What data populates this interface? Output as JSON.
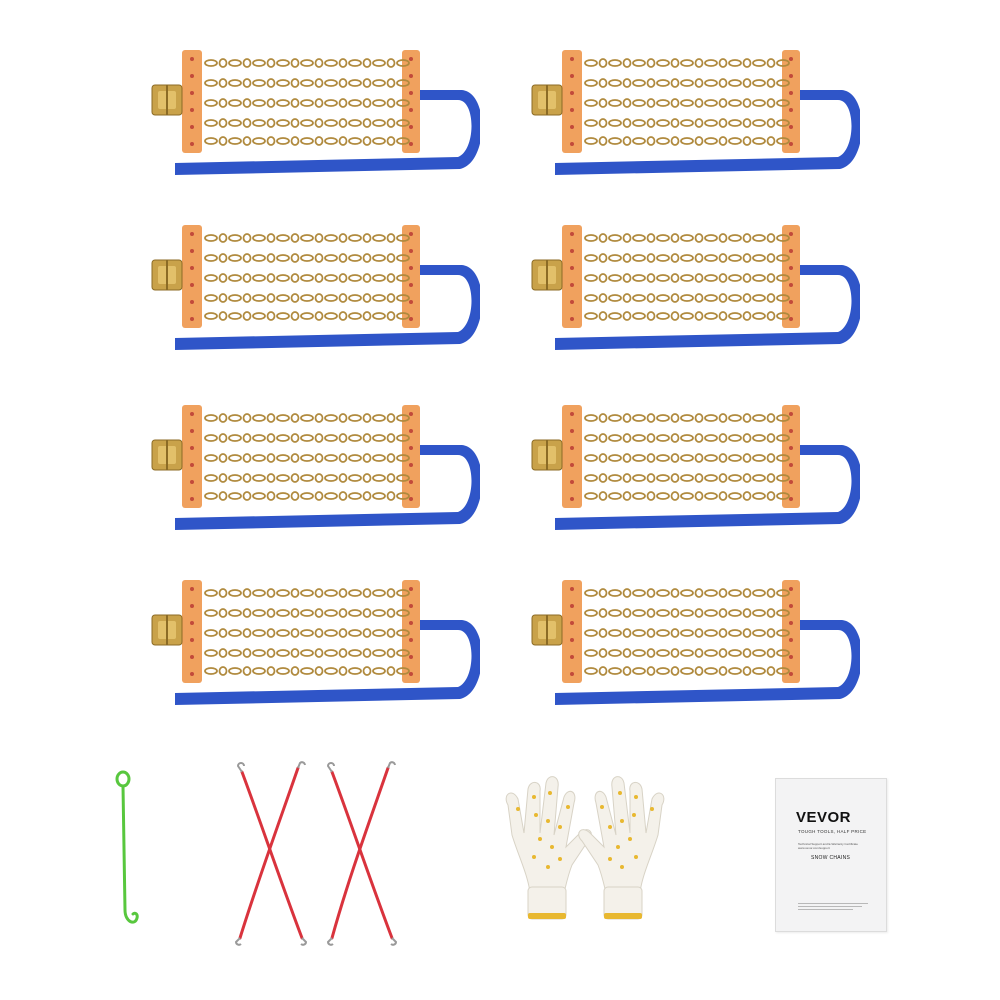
{
  "product_items": {
    "chain_sets": [
      {
        "id": "chain-set-1"
      },
      {
        "id": "chain-set-2"
      },
      {
        "id": "chain-set-3"
      },
      {
        "id": "chain-set-4"
      },
      {
        "id": "chain-set-5"
      },
      {
        "id": "chain-set-6"
      },
      {
        "id": "chain-set-7"
      },
      {
        "id": "chain-set-8"
      }
    ],
    "accessories": [
      "installation-hook",
      "bungee-cord-pair-1",
      "bungee-cord-pair-2",
      "work-gloves",
      "user-manual"
    ]
  },
  "manual": {
    "brand": "VEVOR",
    "slogan": "TOUGH TOOLS, HALF PRICE",
    "support_text": "Technical Support and E-Warranty Certificate www.vevor.com/support",
    "product_name": "SNOW CHAINS"
  },
  "colors": {
    "strap": "#2f55c8",
    "plate": "#f0a15e",
    "chain": "#b08a3e",
    "hook": "#58c73e",
    "bungee": "#d9333d",
    "glove": "#f4f1ea",
    "glove_dots": "#e8b830"
  }
}
